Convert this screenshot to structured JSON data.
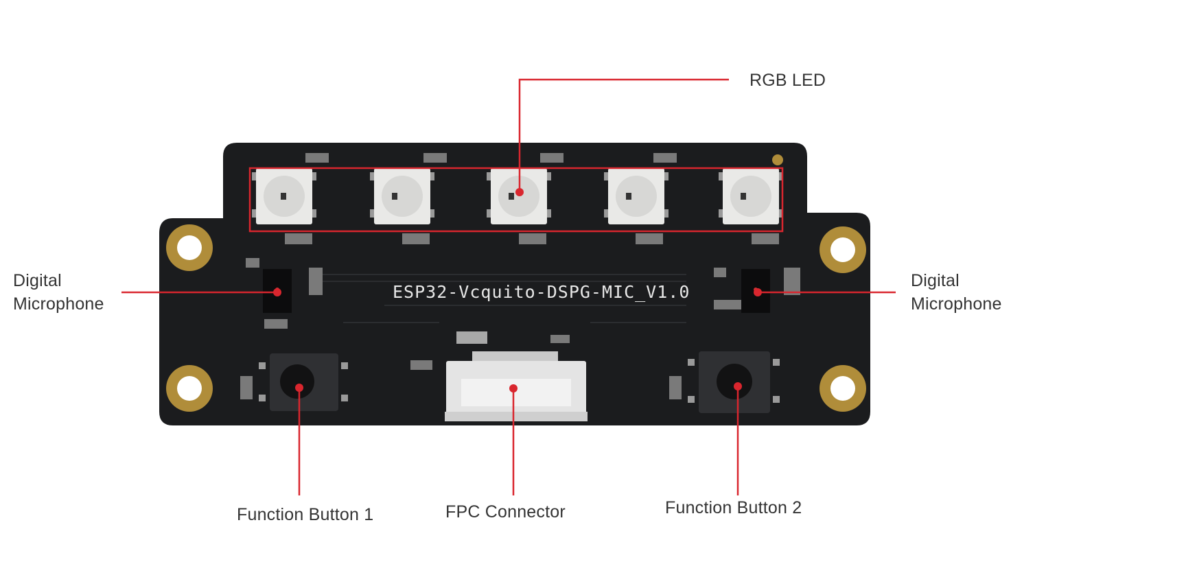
{
  "board": {
    "silkscreen": "ESP32-Vcquito-DSPG-MIC_V1.0"
  },
  "callouts": {
    "rgb_led": "RGB LED",
    "mic_left": [
      "Digital",
      "Microphone"
    ],
    "mic_right": [
      "Digital",
      "Microphone"
    ],
    "function_button_1": "Function Button 1",
    "fpc_connector": "FPC Connector",
    "function_button_2": "Function Button 2"
  },
  "colors": {
    "pcb": "#1b1c1e",
    "leader_line": "#d9262e",
    "label_text": "#333333",
    "mounting_hole": "#b08d3a",
    "led_body": "#e9e9e7"
  }
}
